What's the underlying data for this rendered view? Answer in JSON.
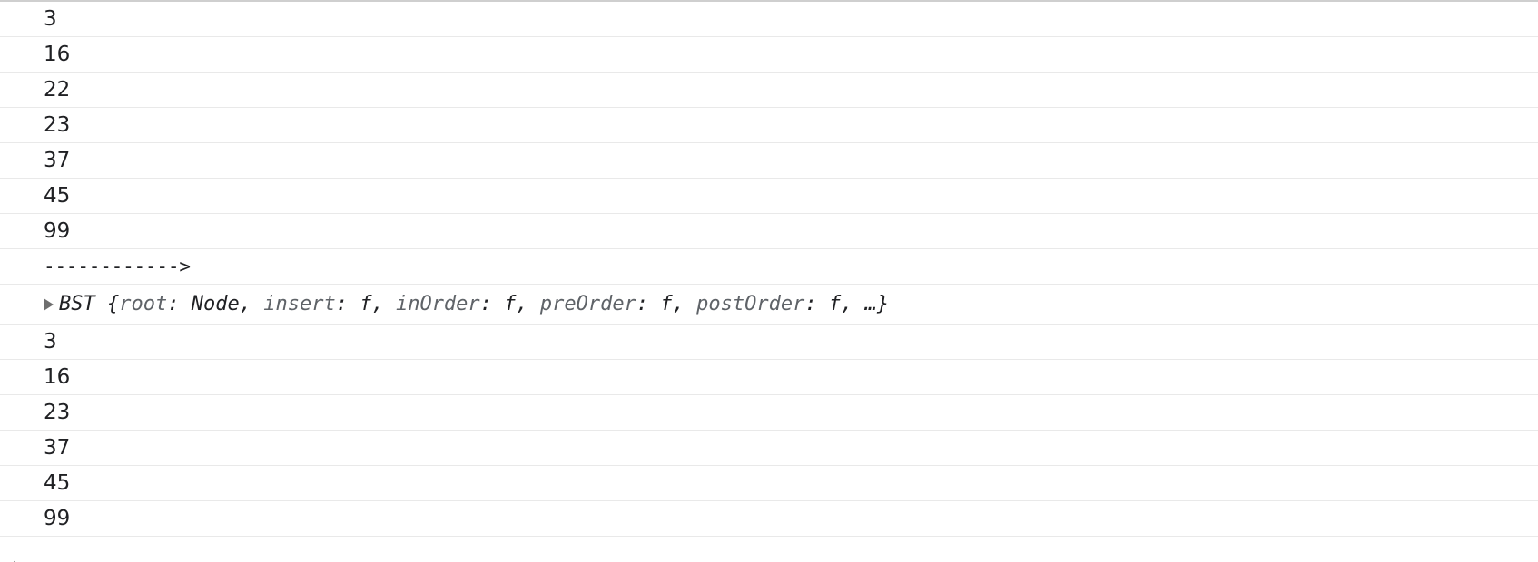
{
  "console": {
    "log_rows_before": [
      "3",
      "16",
      "22",
      "23",
      "37",
      "45",
      "99"
    ],
    "separator": "------------>",
    "object_row": {
      "class_name": "BST",
      "open_brace": "{",
      "entries": [
        {
          "key": "root",
          "value": "Node"
        },
        {
          "key": "insert",
          "value": "f"
        },
        {
          "key": "inOrder",
          "value": "f"
        },
        {
          "key": "preOrder",
          "value": "f"
        },
        {
          "key": "postOrder",
          "value": "f"
        }
      ],
      "ellipsis": "…",
      "close_brace": "}"
    },
    "log_rows_after": [
      "3",
      "16",
      "23",
      "37",
      "45",
      "99"
    ],
    "prompt_glyph": "›"
  },
  "icons": {
    "expand_icon": "triangle-right-icon"
  },
  "colors": {
    "text": "#202124",
    "key_text": "#5f6368",
    "row_border": "#e9e9e9",
    "expand_triangle": "#6f6f6f"
  }
}
